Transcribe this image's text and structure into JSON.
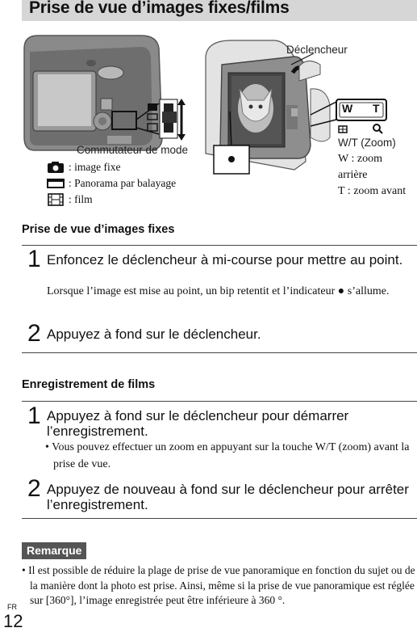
{
  "header": {
    "title": "Prise de vue d’images fixes/films"
  },
  "figure": {
    "label_shutter": "Déclencheur",
    "label_mode_switch": "Commutateur de mode",
    "zoom_key_w": "W",
    "zoom_key_t": "T",
    "zoom_lines": [
      "W/T (Zoom)",
      "W : zoom",
      "arrière",
      "T : zoom avant"
    ],
    "legend": [
      {
        "icon": "camera-icon",
        "text": ": image fixe"
      },
      {
        "icon": "panorama-icon",
        "text": ": Panorama par balayage"
      },
      {
        "icon": "film-icon",
        "text": ": film"
      }
    ]
  },
  "still": {
    "heading": "Prise de vue d’images fixes",
    "step1_num": "1",
    "step1_main": "Enfoncez le déclencheur à mi-course pour mettre au point.",
    "step1_sub": "Lorsque l’image est mise au point, un bip retentit et l’indicateur ● s’allume.",
    "step2_num": "2",
    "step2_main": "Appuyez à fond sur le déclencheur."
  },
  "movie": {
    "heading": "Enregistrement de films",
    "step1_num": "1",
    "step1_main": "Appuyez à fond sur le déclencheur pour démarrer l’enregistrement.",
    "step1_bullet": "• Vous pouvez effectuer un zoom en appuyant sur la touche W/T (zoom) avant la prise de vue.",
    "step2_num": "2",
    "step2_main": "Appuyez de nouveau à fond sur le déclencheur pour arrêter l’enregistrement."
  },
  "note": {
    "badge": "Remarque",
    "text": "• Il est possible de réduire la plage de prise de vue panoramique en fonction du sujet ou de la manière dont la photo est prise. Ainsi, même si la prise de vue panoramique est réglée sur [360°], l’image enregistrée peut être inférieure à 360 °."
  },
  "footer": {
    "lang": "FR",
    "page": "12"
  }
}
